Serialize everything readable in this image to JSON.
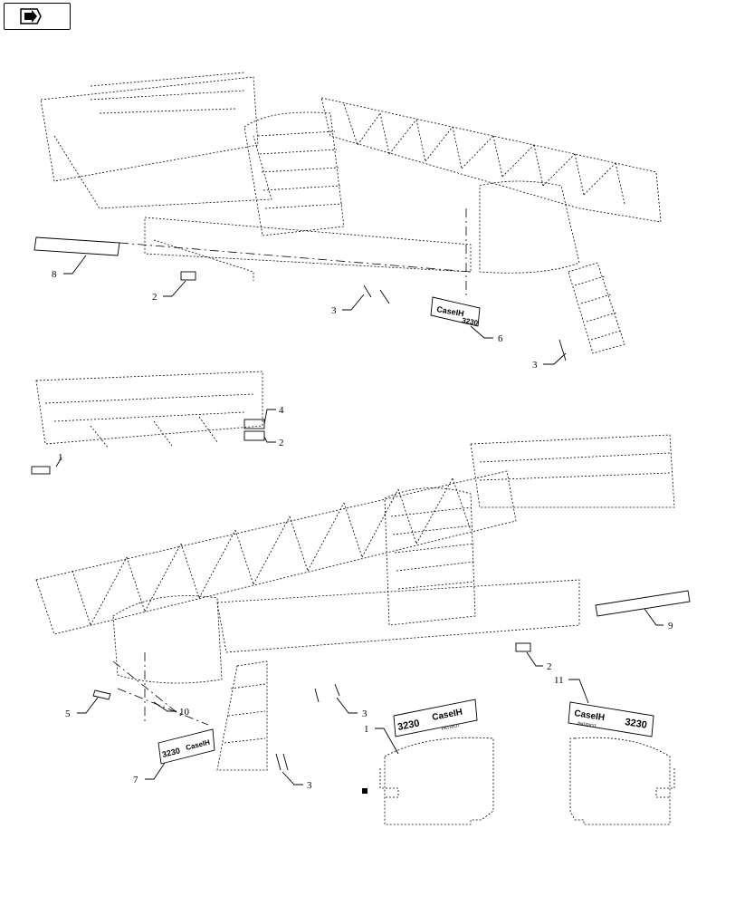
{
  "nav": {
    "icon": "arrow-right-in-box-icon"
  },
  "callouts": [
    {
      "id": "c8",
      "label": "8"
    },
    {
      "id": "c2a",
      "label": "2"
    },
    {
      "id": "c3a",
      "label": "3"
    },
    {
      "id": "c6",
      "label": "6"
    },
    {
      "id": "c3b",
      "label": "3"
    },
    {
      "id": "c4",
      "label": "4"
    },
    {
      "id": "c2b",
      "label": "2"
    },
    {
      "id": "c1a",
      "label": "1"
    },
    {
      "id": "c9",
      "label": "9"
    },
    {
      "id": "c2c",
      "label": "2"
    },
    {
      "id": "c3c",
      "label": "3"
    },
    {
      "id": "c5",
      "label": "5"
    },
    {
      "id": "c10",
      "label": "10"
    },
    {
      "id": "c11",
      "label": "11"
    },
    {
      "id": "c1b",
      "label": "1"
    },
    {
      "id": "c7",
      "label": "7"
    },
    {
      "id": "c3d",
      "label": "3"
    }
  ],
  "decals": {
    "brand": "CaseIH",
    "model": "3230",
    "subtitle": "PATRIOT"
  }
}
